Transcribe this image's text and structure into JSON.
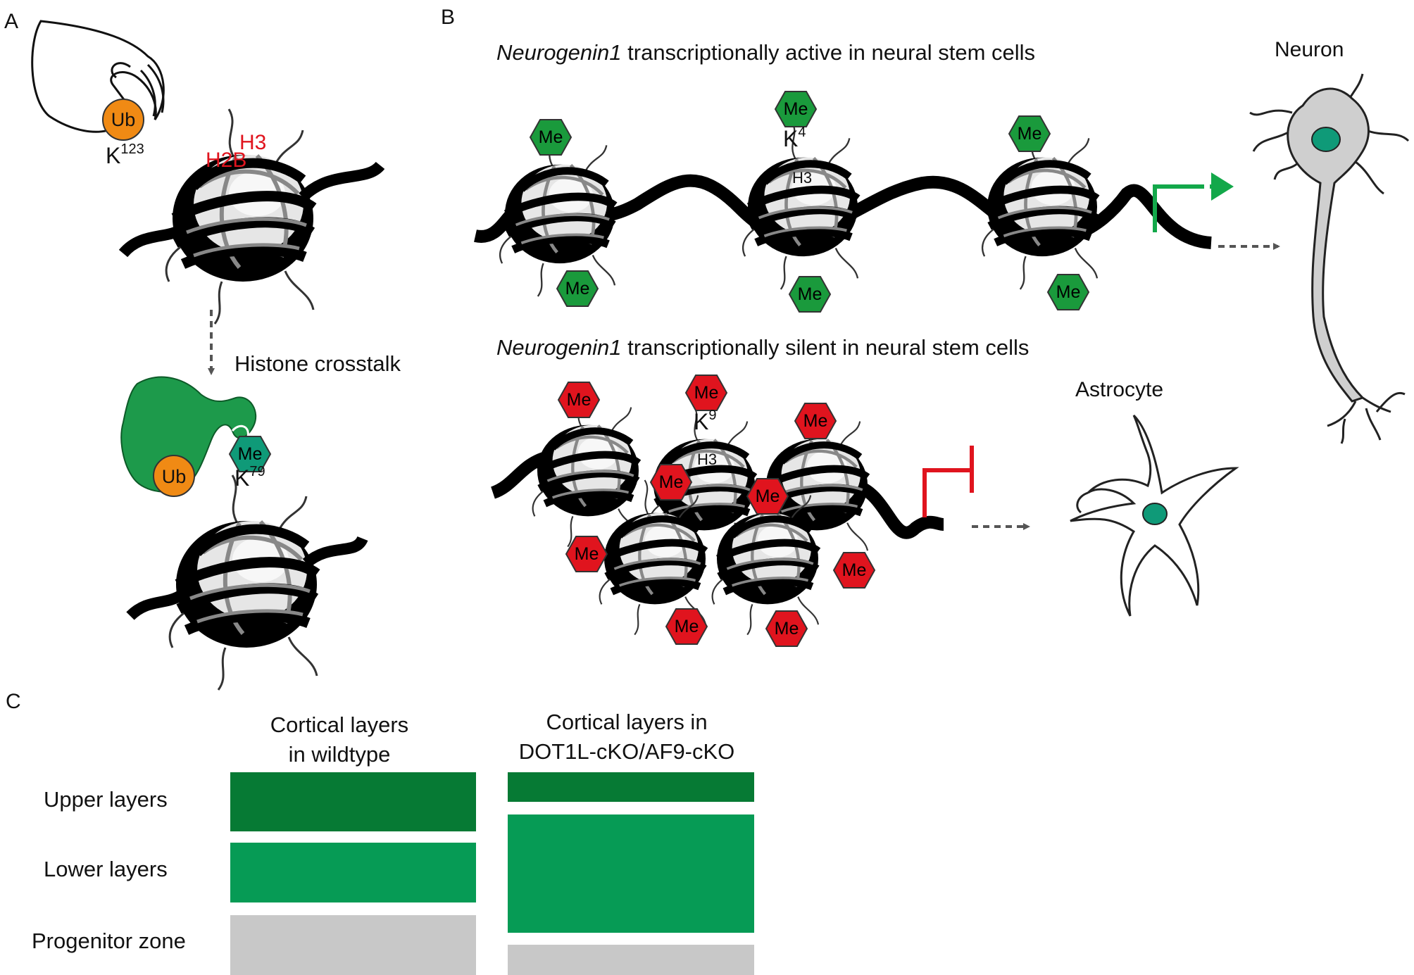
{
  "panels": {
    "a": {
      "letter": "A",
      "ub": "Ub",
      "k123_base": "K",
      "k123_sup": "123",
      "h3": "H3",
      "h2b": "H2B",
      "crosstalk": "Histone crosstalk",
      "me": "Me",
      "k79_base": "K",
      "k79_sup": "79"
    },
    "b": {
      "letter": "B",
      "active_gene": "Neurogenin1",
      "active_rest": " transcriptionally active in neural stem cells",
      "silent_gene": "Neurogenin1",
      "silent_rest": " transcriptionally silent in neural stem cells",
      "me": "Me",
      "k4_base": "K",
      "k4_sup": "4",
      "k9_base": "K",
      "k9_sup": "9",
      "h3": "H3",
      "neuron": "Neuron",
      "astrocyte": "Astrocyte"
    },
    "c": {
      "letter": "C",
      "wildtype_line1": "Cortical layers",
      "wildtype_line2": "in wildtype",
      "mutant_line1": "Cortical layers in",
      "mutant_line2": "DOT1L-cKO/AF9-cKO",
      "row_upper": "Upper layers",
      "row_lower": "Lower layers",
      "row_progenitor": "Progenitor zone"
    }
  },
  "colors": {
    "active_me": "#1a9a3c",
    "silent_me": "#e0141e",
    "histone_label_red": "#e0141e",
    "ub": "#f08a14",
    "enzyme_green": "#1d9a4b",
    "arrow_green": "#13a84a",
    "upper_layer": "#067a34",
    "lower_layer": "#069b55",
    "progenitor": "#c8c8c8",
    "cell_grey": "#cfcfcf",
    "nucleus": "#0f9a78"
  }
}
